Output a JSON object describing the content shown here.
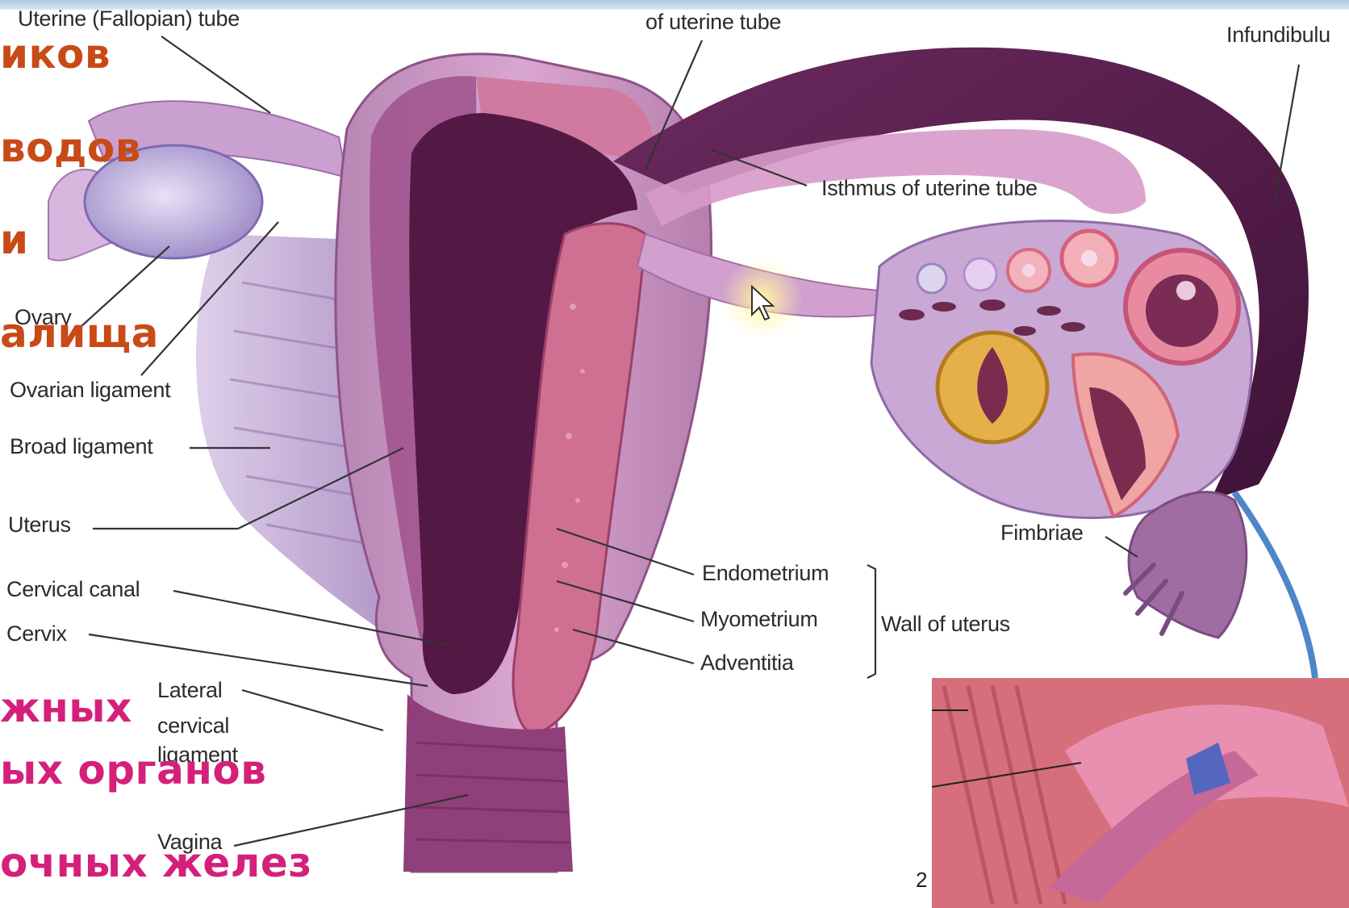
{
  "colors": {
    "russian_orange": "#c84a17",
    "russian_pink": "#d4207a",
    "uterus_outer": "#c98ec0",
    "uterus_cavity": "#5a1c49",
    "endometrium": "#cf6f91",
    "tube_dark": "#4d1a45",
    "ovary": "#b9a8dc",
    "corpus_luteum": "#e5b04a"
  },
  "russian_text": {
    "line1": "иков",
    "line2": "водов",
    "line3": "и",
    "line4": "алища",
    "line5": "жных",
    "line6": "ых органов",
    "line7": "очных желез"
  },
  "labels": {
    "uterine_tube": "Uterine (Fallopian) tube",
    "ampulla": "of uterine tube",
    "infundibulum": "Infundibulu",
    "isthmus": "Isthmus of uterine tube",
    "ovary": "Ovary",
    "ovarian_ligament": "Ovarian ligament",
    "broad_ligament": "Broad ligament",
    "uterus": "Uterus",
    "cervical_canal": "Cervical canal",
    "cervix": "Cervix",
    "lateral_cervical": "Lateral",
    "lateral_cervical_2": "cervical",
    "lateral_cervical_3": "ligament",
    "vagina": "Vagina",
    "endometrium": "Endometrium",
    "myometrium": "Myometrium",
    "adventitia": "Adventitia",
    "wall_of_uterus": "Wall of uterus",
    "fimbriae": "Fimbriae"
  },
  "page_number": "2",
  "icons": {
    "cursor": "mouse-pointer-icon"
  }
}
